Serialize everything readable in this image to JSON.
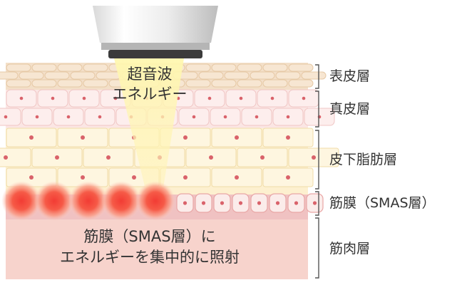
{
  "energy_label": [
    "超音波",
    "エネルギー"
  ],
  "layers": [
    {
      "name": "表皮層",
      "color": "#f3dfc8"
    },
    {
      "name": "真皮層",
      "color": "#fbe2e1"
    },
    {
      "name": "皮下脂肪層",
      "color": "#fdf0cf"
    },
    {
      "name": "筋膜（SMAS層）",
      "color": "#f5d4d2"
    },
    {
      "name": "筋肉層",
      "color": "#f7d3cc"
    }
  ],
  "caption": [
    "筋膜（SMAS層）に",
    "エネルギーを集中的に照射"
  ],
  "colors": {
    "beam": "#fff2a8",
    "focus": "#f23c34",
    "bracket": "#555555",
    "nucleus": "#d9626a"
  }
}
